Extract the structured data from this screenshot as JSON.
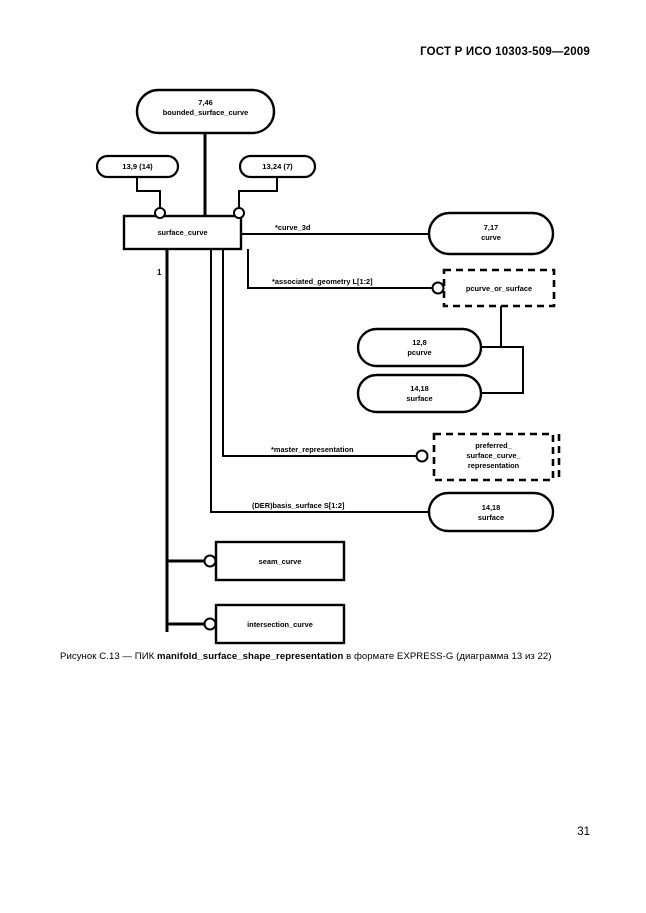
{
  "document": {
    "header": "ГОСТ Р ИСО 10303-509—2009",
    "page_number": "31"
  },
  "figure": {
    "caption_prefix": "Рисунок С.13 — ПИК ",
    "caption_bold": "manifold_surface_shape_representation",
    "caption_suffix": " в формате EXPRESS-G (диаграмма 13 из 22)"
  },
  "diagram": {
    "type": "express-g",
    "nodes": {
      "bounded_surface_curve": {
        "ref": "7,46",
        "name": "bounded_surface_curve",
        "shape": "rounded-entity"
      },
      "page_ref_left": {
        "name": "13,9 (14)",
        "shape": "small-rounded-ref"
      },
      "page_ref_right": {
        "name": "13,24 (7)",
        "shape": "small-rounded-ref"
      },
      "surface_curve": {
        "name": "surface_curve",
        "shape": "rectangle-entity"
      },
      "curve": {
        "ref": "7,17",
        "name": "curve",
        "shape": "rounded-entity"
      },
      "pcurve_or_surface": {
        "name": "pcurve_or_surface",
        "shape": "dashed-select"
      },
      "pcurve": {
        "ref": "12,8",
        "name": "pcurve",
        "shape": "rounded-entity"
      },
      "surface_top": {
        "ref": "14,18",
        "name": "surface",
        "shape": "rounded-entity"
      },
      "preferred_surface_curve_representation": {
        "line1": "preferred_",
        "line2": "surface_curve_",
        "line3": "representation",
        "shape": "dashed-enumeration"
      },
      "surface_bottom": {
        "ref": "14,18",
        "name": "surface",
        "shape": "rounded-entity"
      },
      "seam_curve": {
        "name": "seam_curve",
        "shape": "rectangle-entity"
      },
      "intersection_curve": {
        "name": "intersection_curve",
        "shape": "rectangle-entity"
      }
    },
    "edges": {
      "curve_3d": "*curve_3d",
      "associated_geometry": "*associated_geometry L[1:2]",
      "master_representation": "*master_representation",
      "basis_surface": "(DER)basis_surface S[1:2]"
    },
    "cardinality": {
      "supertype_one": "1"
    },
    "colors": {
      "ink": "#000000",
      "paper": "#ffffff"
    }
  }
}
